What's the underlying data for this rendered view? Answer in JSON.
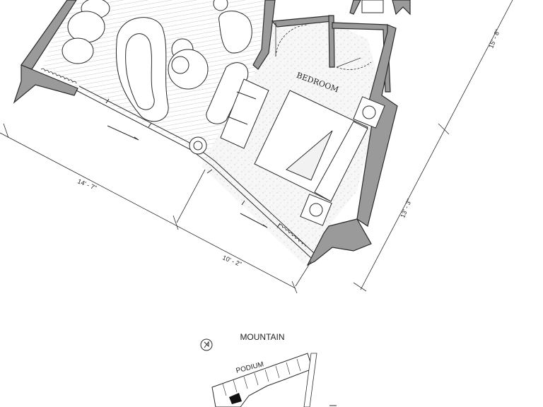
{
  "floor_plan": {
    "room_label": "BEDROOM",
    "dimensions": {
      "width_left": "14' - 7\"",
      "width_right": "10' - 2\"",
      "depth_lower": "13' - 3\"",
      "depth_upper": "15' - 8\""
    }
  },
  "key_plan": {
    "mountain_label": "MOUNTAIN",
    "podium_label": "PODIUM"
  },
  "colors": {
    "line": "#2a2a2a",
    "wall_fill": "#9a9a9a",
    "floor_speckle": "#f4f4f4",
    "highlight_unit": "#111111"
  }
}
